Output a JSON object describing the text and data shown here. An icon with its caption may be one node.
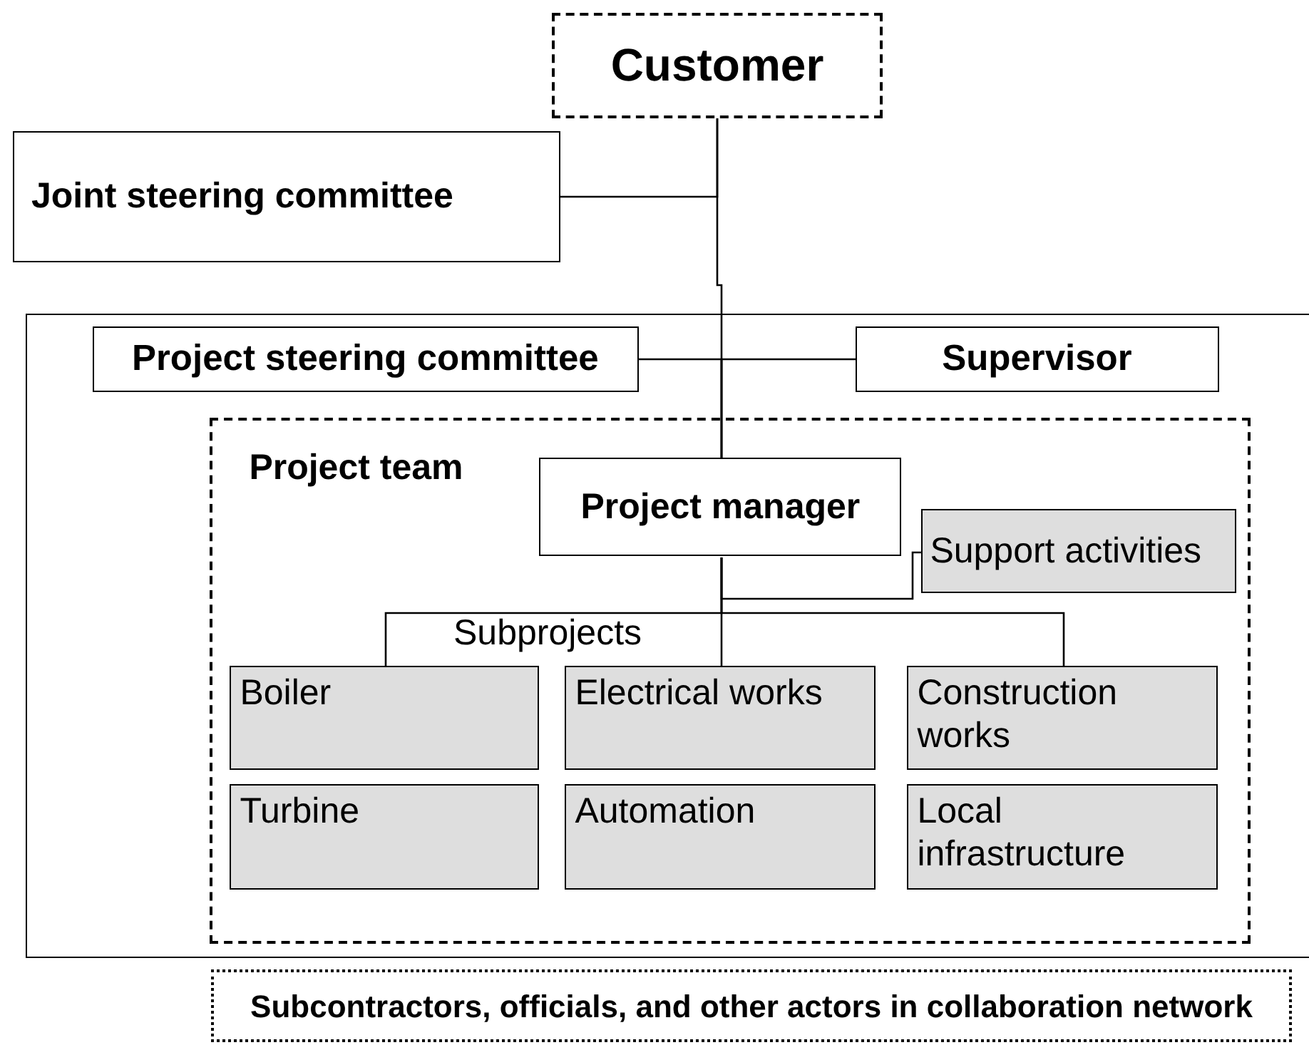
{
  "diagram": {
    "nodes": [
      {
        "text": [
          "Customer"
        ]
      },
      {
        "text": [
          "Joint steering committee"
        ]
      },
      {
        "text": [],
        "shape": "box"
      },
      {
        "text": [
          "Project steering committee"
        ],
        "in": 2
      },
      {
        "text": [
          "Supervisor"
        ],
        "in": 2
      },
      {
        "text": [
          "Project team"
        ],
        "in": 2
      },
      {
        "text": [
          "Project manager"
        ],
        "in": 5
      },
      {
        "text": [
          "Support activities"
        ],
        "in": 5
      },
      {
        "text": [
          "Boiler"
        ],
        "in": 5
      },
      {
        "text": [
          "Electrical works"
        ],
        "in": 5
      },
      {
        "text": [
          "Construction works"
        ],
        "in": 5
      },
      {
        "text": [
          "Turbine"
        ],
        "in": 5
      },
      {
        "text": [
          "Automation"
        ],
        "in": 5
      },
      {
        "text": [
          "Local infrastructure"
        ],
        "in": 5
      },
      {
        "text": [
          "Subcontractors, officials, and other actors in collaboration network"
        ]
      }
    ],
    "edges": [
      {
        "from": 1,
        "to": 0,
        "arrow": "none"
      },
      {
        "from": 0,
        "to": 6,
        "arrow": "none"
      },
      {
        "from": 3,
        "to": 6,
        "arrow": "none"
      },
      {
        "from": 4,
        "to": 6,
        "arrow": "none"
      },
      {
        "from": 6,
        "to": 7,
        "arrow": "none"
      },
      {
        "from": 6,
        "to": 8,
        "arrow": "none"
      },
      {
        "from": 6,
        "to": 9,
        "arrow": "none"
      },
      {
        "from": 6,
        "to": 10,
        "arrow": "none"
      }
    ],
    "labels": [
      "Subprojects"
    ]
  }
}
